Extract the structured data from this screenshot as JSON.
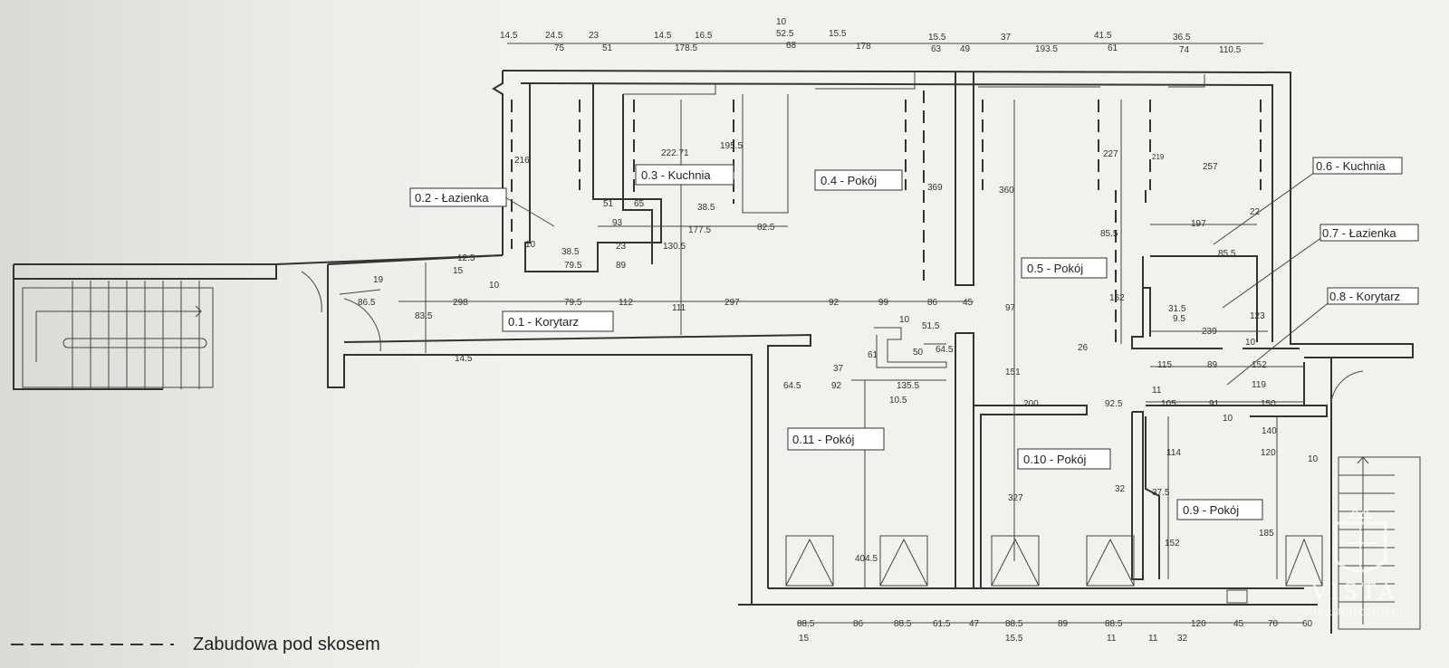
{
  "rooms": [
    {
      "id": "0.1",
      "label": "0.1 - Korytarz"
    },
    {
      "id": "0.2",
      "label": "0.2 - Łazienka"
    },
    {
      "id": "0.3",
      "label": "0.3 - Kuchnia"
    },
    {
      "id": "0.4",
      "label": "0.4 - Pokój"
    },
    {
      "id": "0.5",
      "label": "0.5 - Pokój"
    },
    {
      "id": "0.6",
      "label": "0.6 - Kuchnia"
    },
    {
      "id": "0.7",
      "label": "0.7 - Łazienka"
    },
    {
      "id": "0.8",
      "label": "0.8 - Korytarz"
    },
    {
      "id": "0.9",
      "label": "0.9 - Pokój"
    },
    {
      "id": "0.10",
      "label": "0.10 - Pokój"
    },
    {
      "id": "0.11",
      "label": "0.11 - Pokój"
    }
  ],
  "dimensions": {
    "top": [
      "14.5",
      "24.5",
      "75",
      "23",
      "51",
      "14.5",
      "178.5",
      "16.5",
      "10",
      "52.5",
      "68",
      "15.5",
      "178",
      "15.5",
      "63",
      "49",
      "37",
      "193.5",
      "41.5",
      "61",
      "36.5",
      "74",
      "110.5"
    ],
    "bottom": [
      "88.5",
      "15",
      "86",
      "88.5",
      "61.5",
      "47",
      "88.5",
      "15.5",
      "89",
      "88.5",
      "11",
      "11",
      "32",
      "120",
      "45",
      "70",
      "60"
    ],
    "interior": [
      "216",
      "222.71",
      "195.5",
      "38.5",
      "51",
      "65",
      "93",
      "177.5",
      "82.5",
      "23",
      "130.5",
      "12.5",
      "15",
      "10",
      "38.5",
      "79.5",
      "89",
      "10",
      "19",
      "86.5",
      "298",
      "79.5",
      "112",
      "297",
      "92",
      "99",
      "86",
      "45",
      "83.5",
      "111",
      "14.5",
      "369",
      "360",
      "227",
      "219",
      "257",
      "197",
      "22",
      "85.5",
      "85.5",
      "97",
      "162",
      "31.5",
      "9.5",
      "239",
      "123",
      "26",
      "10",
      "10",
      "51.5",
      "61",
      "50",
      "64.5",
      "37",
      "64.5",
      "92",
      "135.5",
      "10.5",
      "151",
      "115",
      "89",
      "152",
      "119",
      "11",
      "200",
      "92.5",
      "105",
      "91",
      "150",
      "10",
      "140",
      "114",
      "120",
      "10",
      "404.5",
      "327",
      "32",
      "37.5",
      "152",
      "185"
    ]
  },
  "legend": {
    "text": "Zabudowa pod skosem"
  },
  "watermark": {
    "brand": "VISTA",
    "sub": "NIERUCHOMOŚCI"
  }
}
